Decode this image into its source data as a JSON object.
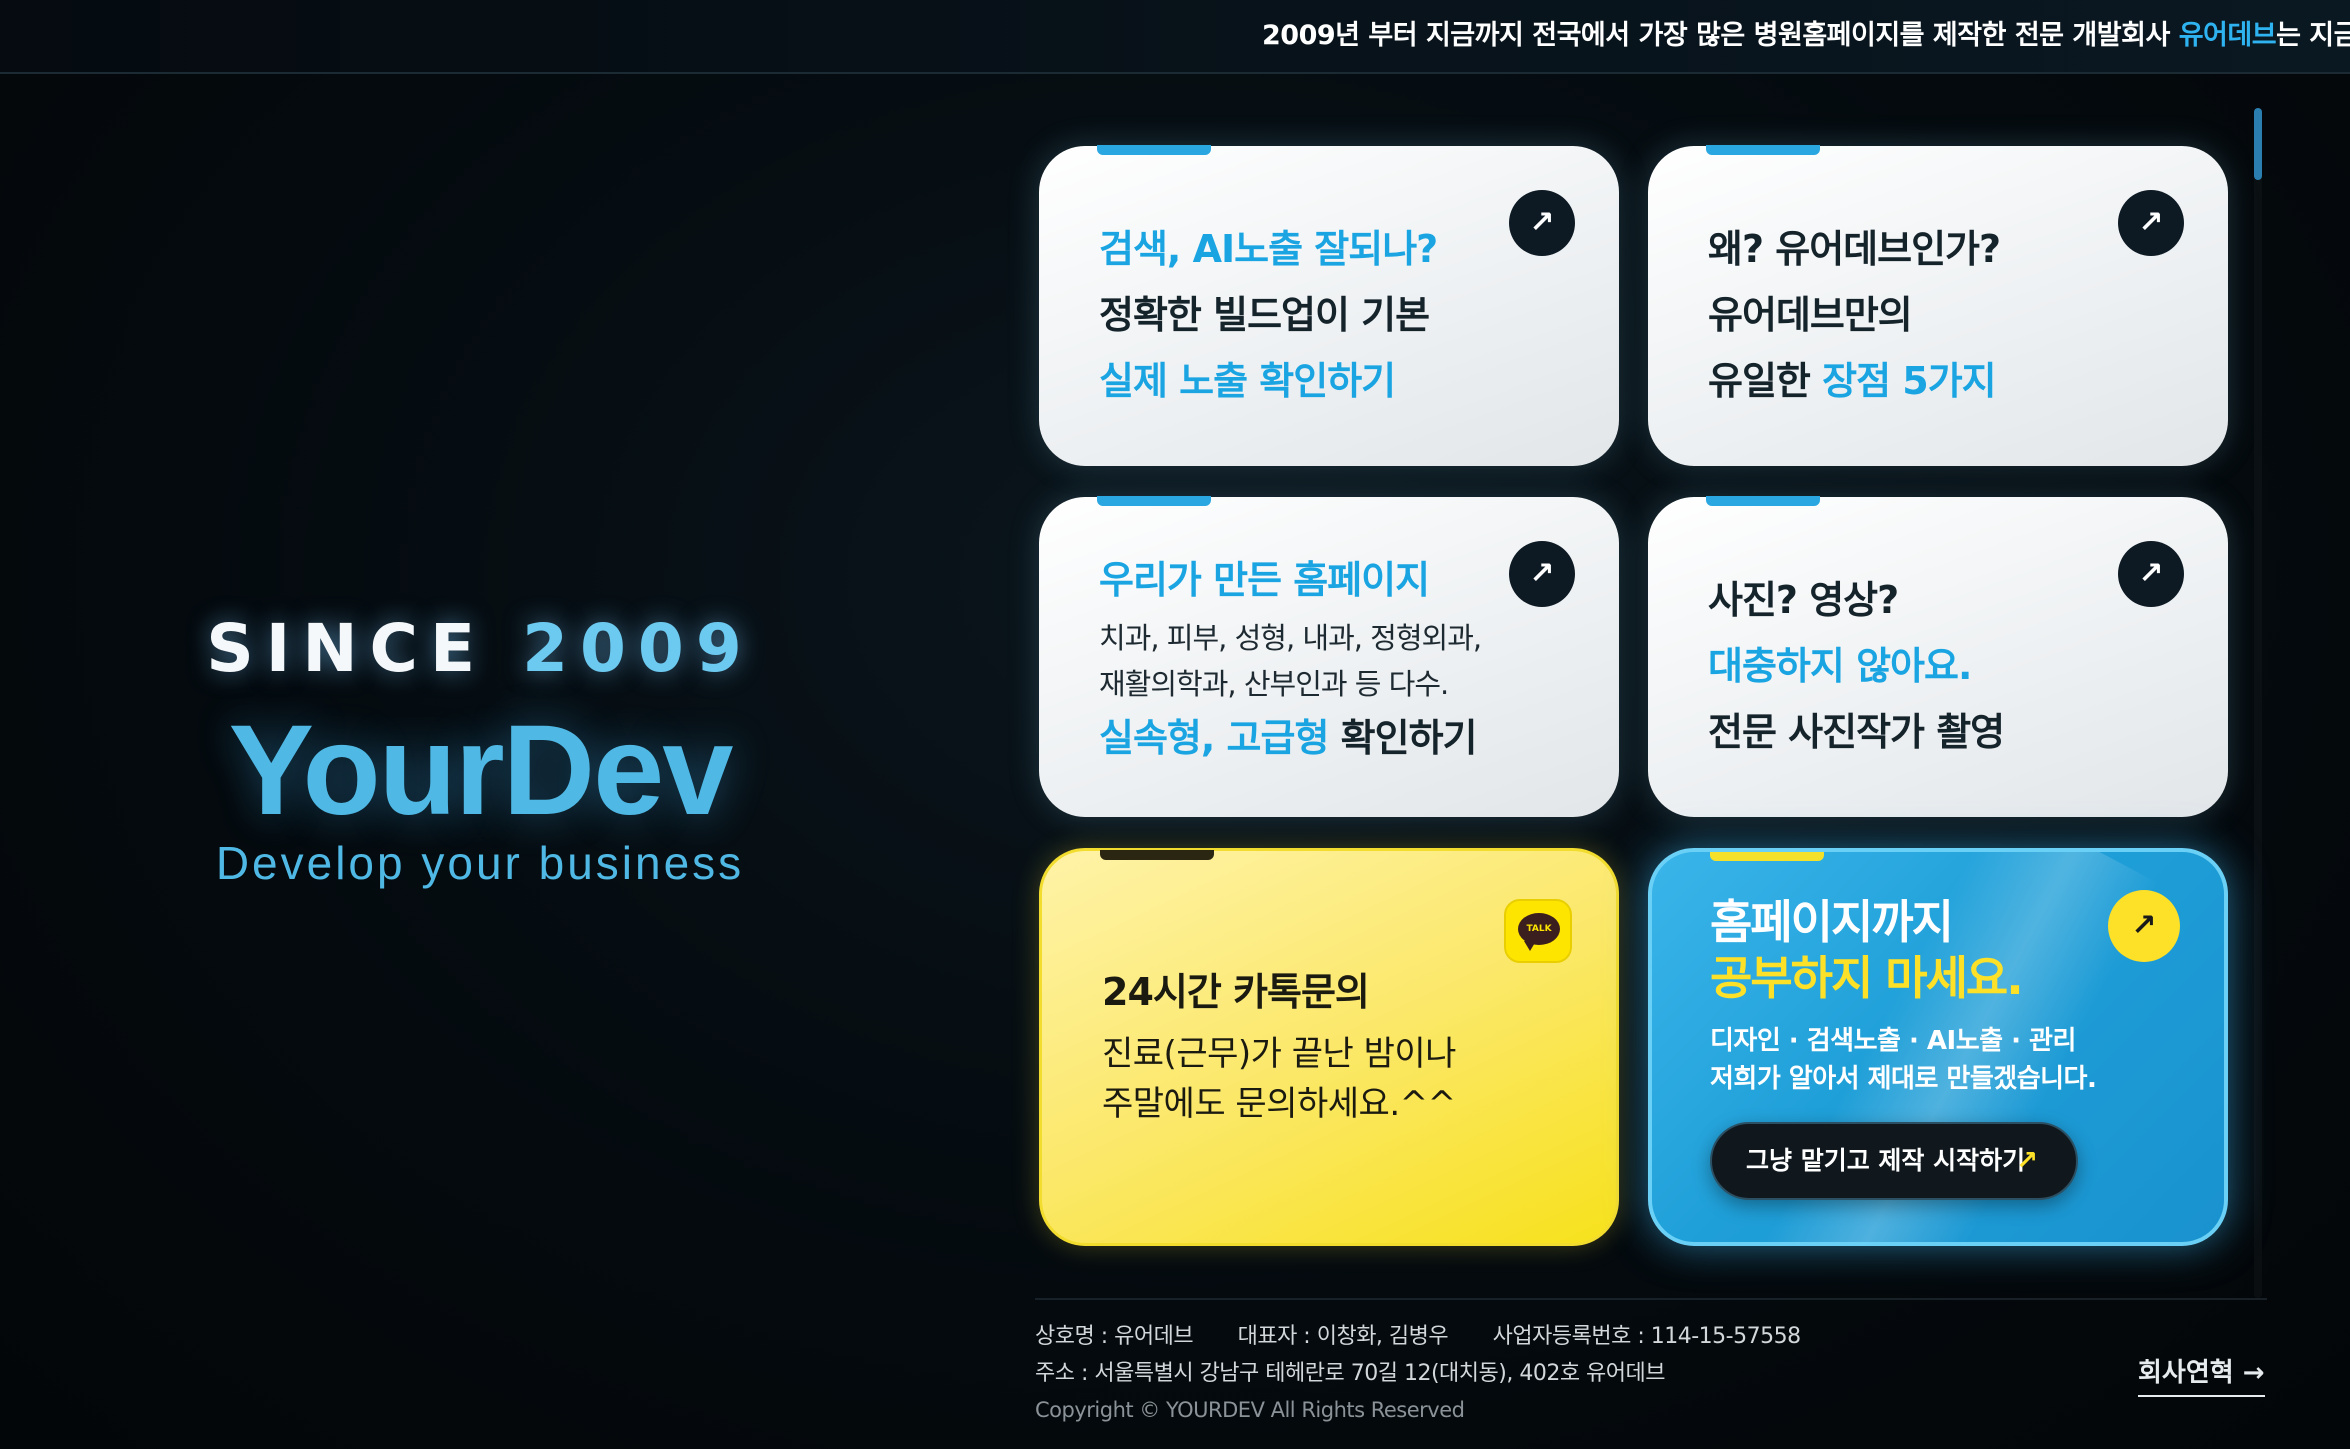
{
  "ticker": {
    "text_before": "2009년 부터 지금까지 전국에서 가장 많은 병원홈페이지를 제작한 전문 개발회사 ",
    "highlight": "유어데브",
    "text_after": "는 지금도 병원"
  },
  "brand": {
    "since_label": "SINCE ",
    "since_year": "2009",
    "logo": "YourDev",
    "tagline": "Develop your business"
  },
  "cards": {
    "c1": {
      "line1": "검색, AI노출 잘되나?",
      "line2": "정확한 빌드업이 기본",
      "line3": "실제 노출 확인하기",
      "arrow": "↗"
    },
    "c2": {
      "line1": "왜? 유어데브인가?",
      "line2": "유어데브만의",
      "line3_a": "유일한 ",
      "line3_b": "장점 5가지",
      "arrow": "↗"
    },
    "c3": {
      "line1": "우리가 만든 홈페이지",
      "line2": "치과, 피부, 성형, 내과, 정형외과,",
      "line3": "재활의학과, 산부인과 등 다수.",
      "line4_a": "실속형, 고급형",
      "line4_b": " 확인하기",
      "arrow": "↗"
    },
    "c4": {
      "line1": "사진? 영상?",
      "line2": "대충하지 않아요.",
      "line3": "전문 사진작가 촬영",
      "arrow": "↗"
    },
    "c5": {
      "icon_text": "TALK",
      "title": "24시간 카톡문의",
      "desc1": "진료(근무)가 끝난 밤이나",
      "desc2": "주말에도 문의하세요.^^"
    },
    "c6": {
      "title1": "홈페이지까지",
      "title2": "공부하지 마세요.",
      "sub1": "디자인 · 검색노출 · AI노출 · 관리",
      "sub2": "저희가 알아서 제대로 만들겠습니다.",
      "button": "그냥 맡기고 제작 시작하기",
      "button_arrow": "↗",
      "arrow": "↗"
    }
  },
  "footer": {
    "company": "상호명 : 유어데브",
    "ceo": "대표자 : 이창화, 김병우",
    "biz_no": "사업자등록번호 : 114-15-57558",
    "address": "주소 : 서울특별시 강남구 테헤란로 70길 12(대치동), 402호 유어데브",
    "copyright": "Copyright © YOURDEV All Rights Reserved",
    "history_link": "회사연혁 →"
  },
  "colors": {
    "accent_blue": "#1aa5e2",
    "kakao_yellow": "#fee500",
    "cta_yellow": "#fde028",
    "background": "#04090d"
  }
}
